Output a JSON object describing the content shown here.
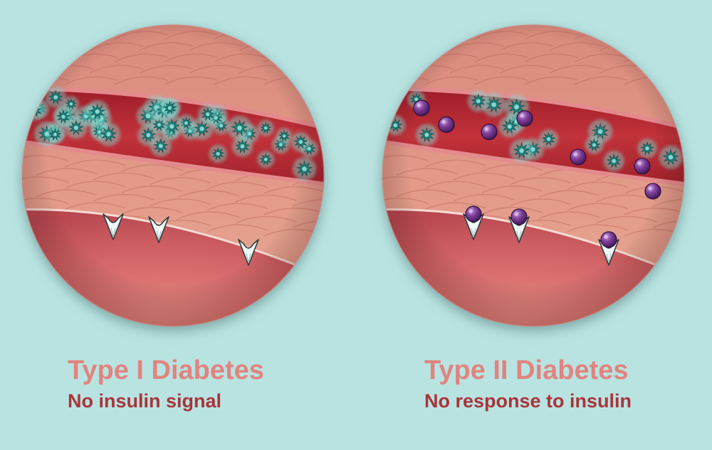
{
  "panels": [
    {
      "title": "Type I Diabetes",
      "subtitle": "No insulin signal",
      "insulin_bound_to_receptors": false
    },
    {
      "title": "Type II Diabetes",
      "subtitle": "No response to insulin",
      "insulin_bound_to_receptors": true
    }
  ],
  "colors": {
    "background": "#b9e3e1",
    "title": "#e0847f",
    "subtitle": "#a8353a",
    "tissue": "#e8a290",
    "vessel": "#b8262e",
    "cell": "#cf5a5d",
    "glucose": "#1f8a84",
    "insulin": "#6e3585",
    "receptor": "#eef8f7"
  }
}
